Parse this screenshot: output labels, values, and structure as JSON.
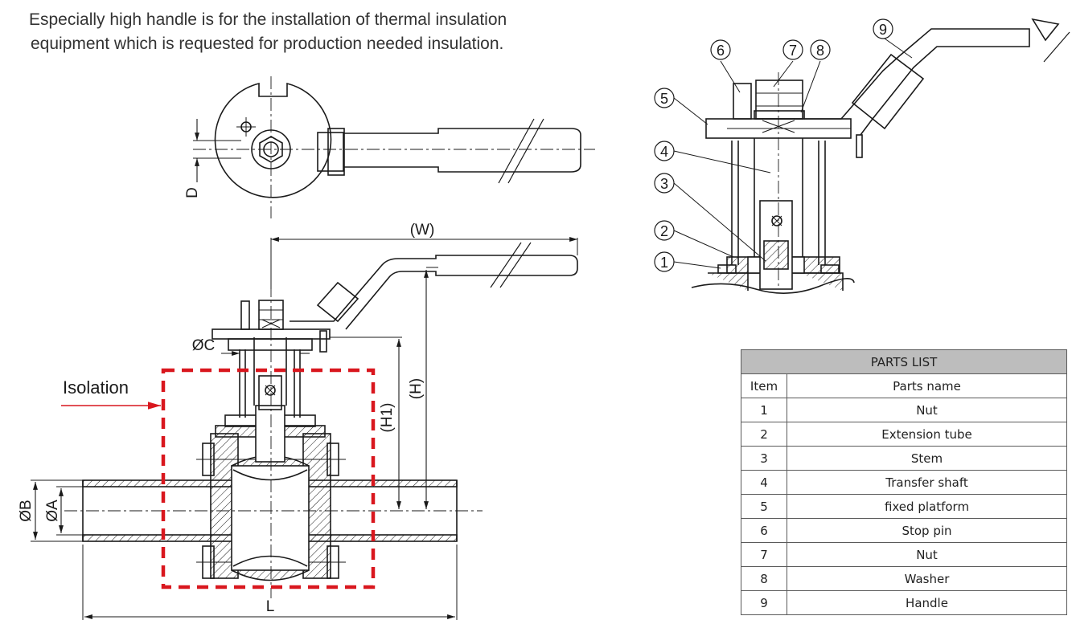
{
  "intro": {
    "line1": "Especially high handle is for the installation of thermal insulation",
    "line2": "equipment which is requested for production needed insulation."
  },
  "labels": {
    "isolation": "Isolation",
    "dim_W": "(W)",
    "dim_H": "(H)",
    "dim_H1": "(H1)",
    "dim_C": "ØC",
    "dim_B": "ØB",
    "dim_A": "ØA",
    "dim_L": "L",
    "dim_D": "D"
  },
  "callouts": [
    "1",
    "2",
    "3",
    "4",
    "5",
    "6",
    "7",
    "8",
    "9"
  ],
  "parts_list": {
    "title": "PARTS LIST",
    "col_item": "Item",
    "col_name": "Parts name",
    "rows": [
      {
        "item": "1",
        "name": "Nut"
      },
      {
        "item": "2",
        "name": "Extension tube"
      },
      {
        "item": "3",
        "name": "Stem"
      },
      {
        "item": "4",
        "name": "Transfer shaft"
      },
      {
        "item": "5",
        "name": "fixed platform"
      },
      {
        "item": "6",
        "name": "Stop pin"
      },
      {
        "item": "7",
        "name": "Nut"
      },
      {
        "item": "8",
        "name": "Washer"
      },
      {
        "item": "9",
        "name": "Handle"
      }
    ]
  },
  "colors": {
    "line": "#1a1a1a",
    "isolation": "#d9171e",
    "table_header": "#bdbdbd"
  }
}
